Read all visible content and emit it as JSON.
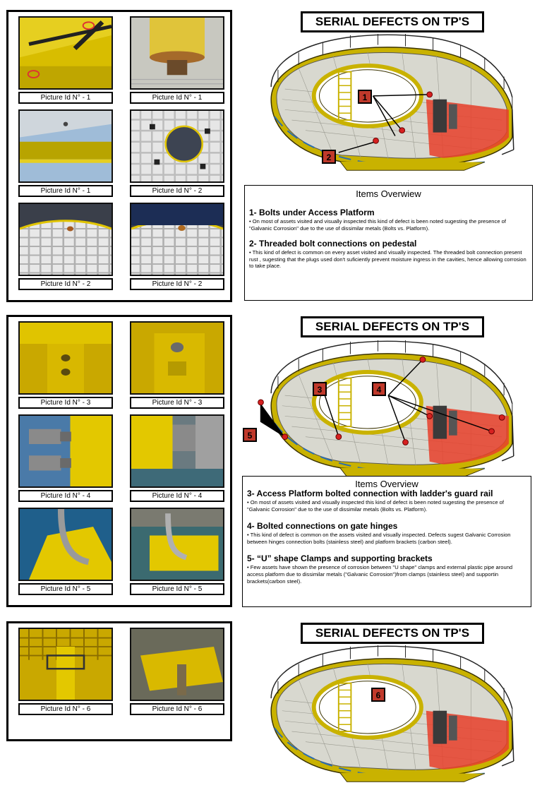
{
  "sections": [
    {
      "title": "SERIAL DEFECTS ON TP'S",
      "captions": [
        "Picture Id N° - 1",
        "Picture Id N° - 1",
        "Picture Id N° - 1",
        "Picture Id N° - 2",
        "Picture Id N° - 2",
        "Picture Id N° - 2"
      ],
      "badges": [
        "1",
        "2"
      ],
      "items_overview": "Items Overwiew",
      "items": [
        {
          "heading": "1- Bolts under Access Platform",
          "text": "• On most of assets visited and visually inspected this kind of defect is been noted sugesting the presence of \"Galvanic Corrosion\" due to the use of dissimilar metals (Bolts vs. Platform)."
        },
        {
          "heading": "2- Threaded bolt connections on pedestal",
          "text": "• This kind of defect is common on every asset visited and visually inspected. The threaded bolt connection present rust , sugesting that the plugs used don't suficiently prevent moisture ingress in the cavities, hence allowing corrosion to take place."
        }
      ]
    },
    {
      "title": "SERIAL DEFECTS ON TP'S",
      "captions": [
        "Picture Id N° - 3",
        "Picture Id N° - 3",
        "Picture Id N° - 4",
        "Picture Id N° - 4",
        "Picture Id N° - 5",
        "Picture Id N° - 5"
      ],
      "badges": [
        "3",
        "4",
        "5"
      ],
      "items_overview": "Items Overview",
      "items": [
        {
          "heading": "3- Access Platform bolted connection with ladder's guard rail",
          "text": "• On most of assets visited and visually inspected this kind of defect is been noted sugesting the presence of \"Galvanic Corrosion\" due to the use of dissimilar metals (Bolts vs. Platform)."
        },
        {
          "heading": "4- Bolted connections on gate hinges",
          "text": "• This kind of defect is common on the assets visited and visually inspected. Defects sugest Galvanic Corrosion between hinges connection bolts (stainless steel) and platform brackets (carbon steel)."
        },
        {
          "heading": "5- “U” shape Clamps and supporting brackets",
          "text": "• Few assets have shown the presence of corrosion between \"U shape\" clamps and external plastic pipe around access platform due to dissimilar metals (\"Galvanic Corrosion\")from clamps (stainless steel) and supportin brackets(carbon steel)."
        }
      ]
    },
    {
      "title": "SERIAL DEFECTS ON TP'S",
      "captions": [
        "Picture Id N° - 6",
        "Picture Id N° - 6"
      ],
      "badges": [
        "6"
      ]
    }
  ],
  "colors": {
    "platform_yellow": "#e6c800",
    "red_zone": "#e8402a",
    "badge_red": "#c0392b",
    "water_blue": "#2b6cb0"
  }
}
